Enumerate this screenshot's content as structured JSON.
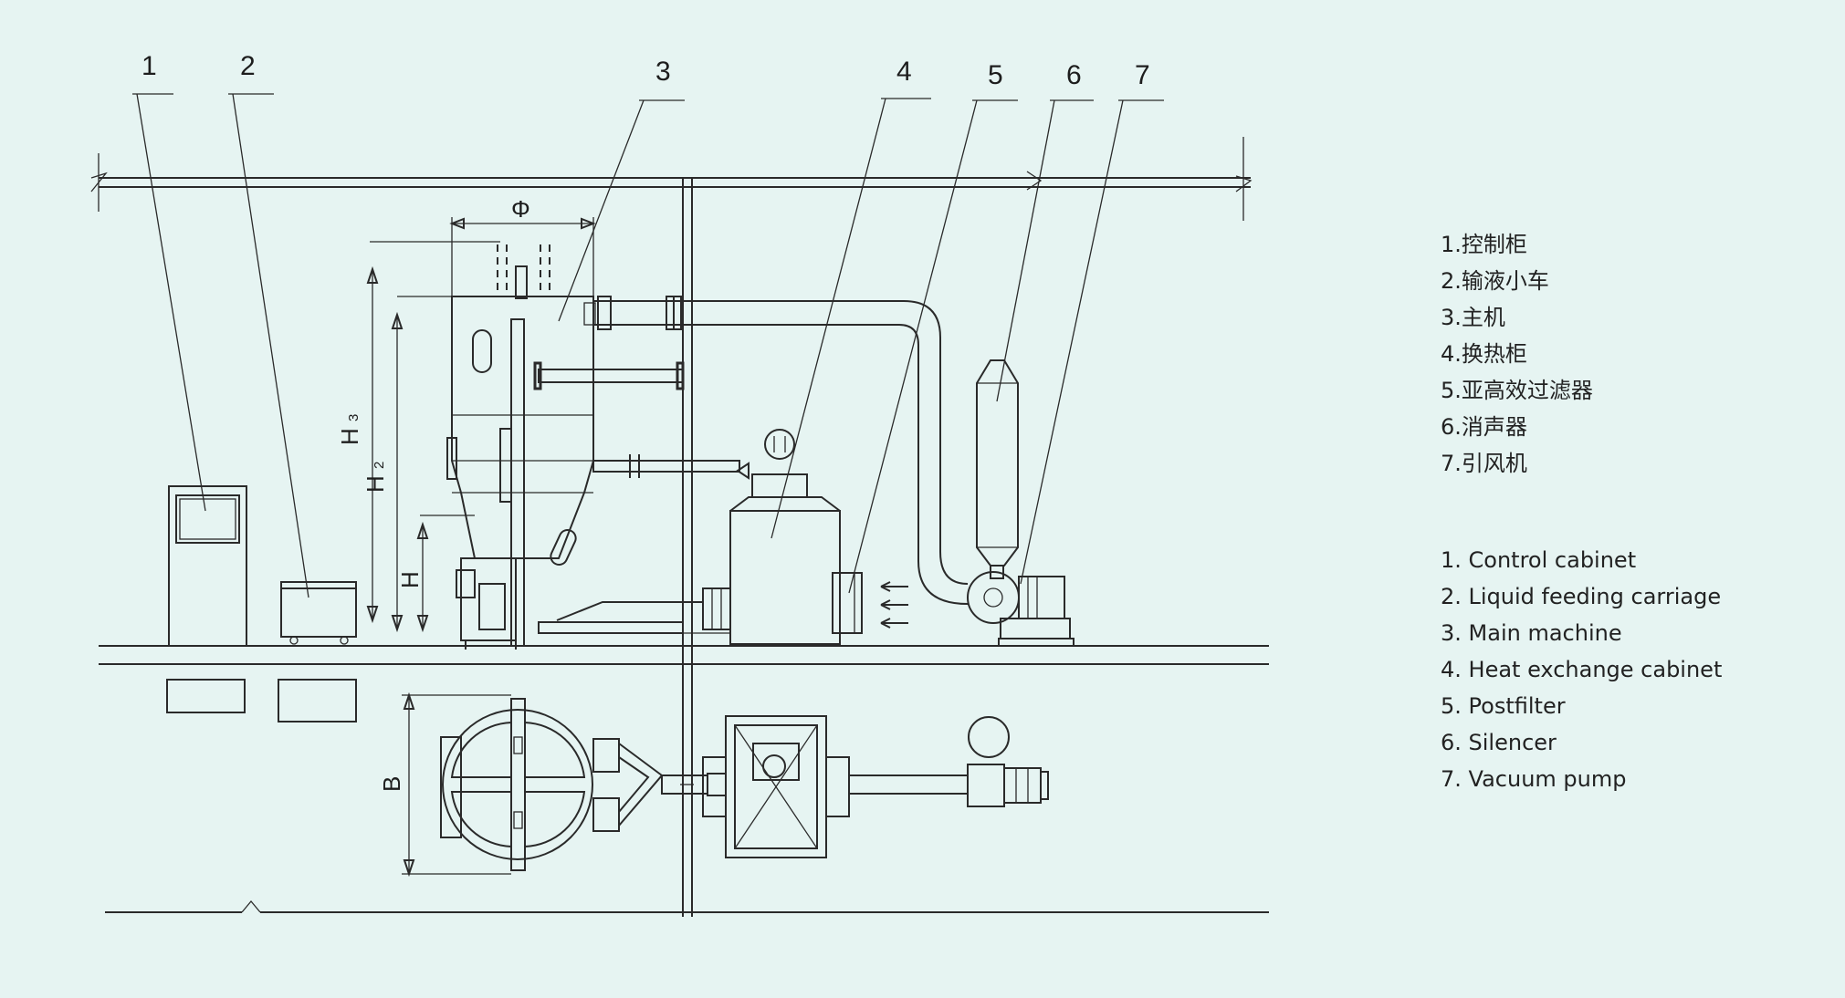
{
  "callouts": [
    "1",
    "2",
    "3",
    "4",
    "5",
    "6",
    "7"
  ],
  "dimensions": {
    "phi": "Φ",
    "h": "H",
    "h2_main": "H",
    "h2_sub": "2",
    "h3_main": "H",
    "h3_sub": "3",
    "b": "B"
  },
  "legend_cn": [
    "1.控制柜",
    "2.输液小车",
    "3.主机",
    "4.换热柜",
    "5.亚高效过滤器",
    "6.消声器",
    "7.引风机"
  ],
  "legend_en": [
    "1. Control cabinet",
    "2. Liquid feeding carriage",
    "3. Main machine",
    "4. Heat exchange cabinet",
    "5. Postfilter",
    "6. Silencer",
    "7. Vacuum pump"
  ],
  "colors": {
    "background": "#e6f4f2",
    "line": "#2a2a2a"
  }
}
